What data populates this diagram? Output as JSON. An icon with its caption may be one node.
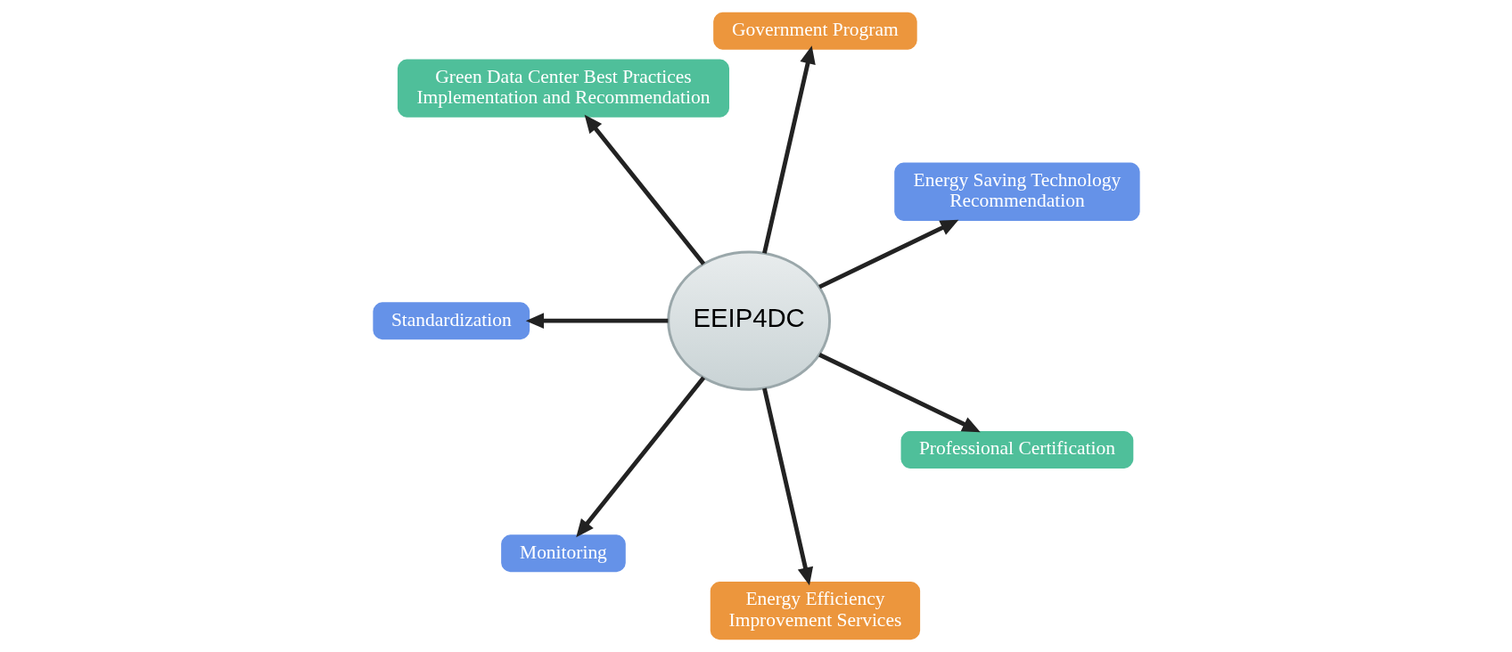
{
  "diagram": {
    "nodes": [
      {
        "text": [
          "EEIP4DC"
        ]
      },
      {
        "text": [
          "Energy Saving Technology Recommendation"
        ]
      },
      {
        "text": [
          "Government Program"
        ]
      },
      {
        "text": [
          "Green Data Center Best Practices Implementation and Recommendation"
        ]
      },
      {
        "text": [
          "Standardization"
        ]
      },
      {
        "text": [
          "Monitoring"
        ]
      },
      {
        "text": [
          "Energy Efficiency Improvement Services"
        ]
      },
      {
        "text": [
          "Professional Certification"
        ]
      }
    ],
    "edges": [
      {
        "from": 0,
        "to": 1,
        "arrow": "to"
      },
      {
        "from": 0,
        "to": 2,
        "arrow": "to"
      },
      {
        "from": 0,
        "to": 3,
        "arrow": "to"
      },
      {
        "from": 0,
        "to": 4,
        "arrow": "to"
      },
      {
        "from": 0,
        "to": 5,
        "arrow": "to"
      },
      {
        "from": 0,
        "to": 6,
        "arrow": "to"
      },
      {
        "from": 0,
        "to": 7,
        "arrow": "to"
      }
    ]
  }
}
